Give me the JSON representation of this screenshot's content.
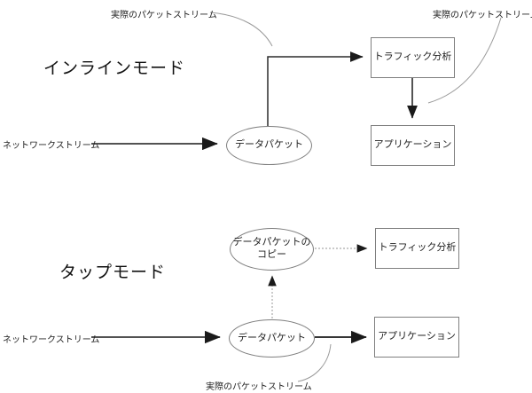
{
  "diagram": {
    "annotations": {
      "top_left": "実際のパケットストリーム",
      "top_right": "実際のパケットストリーム",
      "bottom": "実際のパケットストリーム"
    },
    "inline_section": {
      "title": "インラインモード",
      "stream_label": "ネットワークストリーム",
      "data_packet": "データパケット",
      "traffic_analysis": "トラフィック分析",
      "application": "アプリケーション"
    },
    "tap_section": {
      "title": "タップモード",
      "stream_label": "ネットワークストリーム",
      "data_packet": "データパケット",
      "packet_copy_line1": "データパケットの",
      "packet_copy_line2": "コピー",
      "traffic_analysis": "トラフィック分析",
      "application": "アプリケーション"
    },
    "colors": {
      "background": "#ffffff",
      "shape_stroke": "#7f7f7f",
      "arrow_line": "#2b2b2b",
      "annotation_curve": "#9a9a9a",
      "dotted_line": "#aaaaaa",
      "text": "#222222"
    }
  }
}
